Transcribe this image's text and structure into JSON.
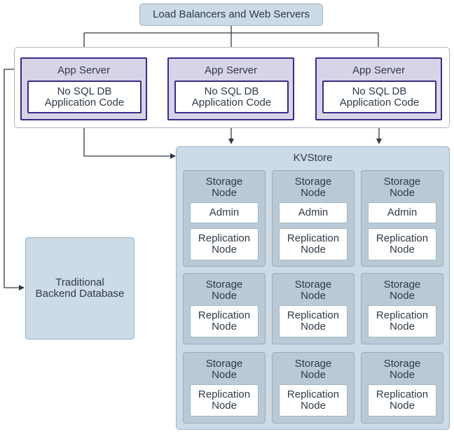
{
  "top": {
    "label": "Load Balancers and Web Servers"
  },
  "app_servers": [
    {
      "title": "App Server",
      "code_line1": "No SQL DB",
      "code_line2": "Application Code"
    },
    {
      "title": "App Server",
      "code_line1": "No SQL DB",
      "code_line2": "Application Code"
    },
    {
      "title": "App Server",
      "code_line1": "No SQL DB",
      "code_line2": "Application Code"
    }
  ],
  "kvstore": {
    "title": "KVStore",
    "rows": [
      [
        {
          "title_line1": "Storage",
          "title_line2": "Node",
          "admin": "Admin",
          "rep_line1": "Replication",
          "rep_line2": "Node"
        },
        {
          "title_line1": "Storage",
          "title_line2": "Node",
          "admin": "Admin",
          "rep_line1": "Replication",
          "rep_line2": "Node"
        },
        {
          "title_line1": "Storage",
          "title_line2": "Node",
          "admin": "Admin",
          "rep_line1": "Replication",
          "rep_line2": "Node"
        }
      ],
      [
        {
          "title_line1": "Storage",
          "title_line2": "Node",
          "rep_line1": "Replication",
          "rep_line2": "Node"
        },
        {
          "title_line1": "Storage",
          "title_line2": "Node",
          "rep_line1": "Replication",
          "rep_line2": "Node"
        },
        {
          "title_line1": "Storage",
          "title_line2": "Node",
          "rep_line1": "Replication",
          "rep_line2": "Node"
        }
      ],
      [
        {
          "title_line1": "Storage",
          "title_line2": "Node",
          "rep_line1": "Replication",
          "rep_line2": "Node"
        },
        {
          "title_line1": "Storage",
          "title_line2": "Node",
          "rep_line1": "Replication",
          "rep_line2": "Node"
        },
        {
          "title_line1": "Storage",
          "title_line2": "Node",
          "rep_line1": "Replication",
          "rep_line2": "Node"
        }
      ]
    ]
  },
  "backend": {
    "line1": "Traditional",
    "line2": "Backend Database"
  },
  "colors": {
    "box_fill": "#ccdbe5",
    "app_server_fill": "#d8d4e8",
    "app_server_border": "#3d2a86",
    "storage_node_fill": "#b9c9d6",
    "arrow": "#2e3a46"
  }
}
